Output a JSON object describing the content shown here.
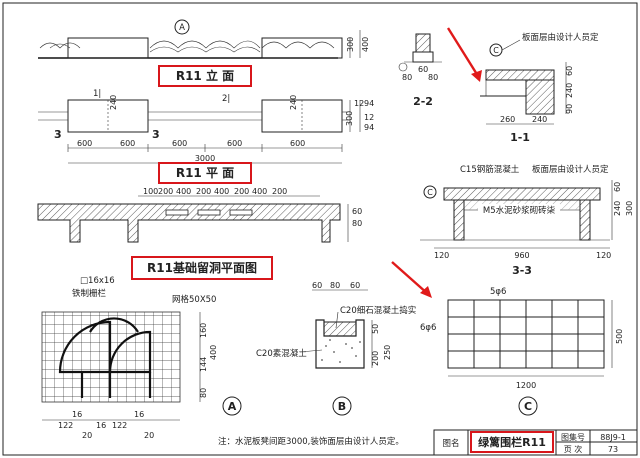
{
  "titles": {
    "elevation": "R11 立 面",
    "plan": "R11 平 面",
    "foundation": "R11基础留洞平面图"
  },
  "elevation": {
    "circle_mark": "A",
    "right_dims": [
      "300",
      "400"
    ],
    "label_i1": "1|",
    "label_i2": "2|"
  },
  "plan": {
    "dims_top": [
      "240",
      "240"
    ],
    "dims_right": [
      "12",
      "94",
      "300",
      "12",
      "94"
    ],
    "label_3a": "3",
    "label_3b": "3",
    "label_1a": "1|",
    "label_2a": "2|",
    "bottom_dims": [
      "600",
      "600",
      "600",
      "600",
      "600"
    ],
    "total": "3000"
  },
  "foundation": {
    "top_dims": [
      "100",
      "200",
      "400",
      "200",
      "400",
      "200",
      "400",
      "200"
    ],
    "right_dims": [
      "60",
      "80"
    ]
  },
  "sec22": {
    "label": "2-2",
    "dims": [
      "80",
      "60",
      "80"
    ]
  },
  "sec11": {
    "label": "1-1",
    "note": "板面层由设计人员定",
    "circle_mark": "C",
    "dims_right": [
      "60",
      "240",
      "90"
    ],
    "dims_bottom": [
      "260",
      "240"
    ]
  },
  "sec33": {
    "label": "3-3",
    "note_top1": "C15钢筋混凝土",
    "note_top2": "板面层由设计人员定",
    "note_mid": "M5水泥砂浆砌砖柒",
    "circle_mark": "C",
    "dims_right": [
      "60",
      "240",
      "300"
    ],
    "dims_bottom": [
      "120",
      "960",
      "120"
    ]
  },
  "detailA": {
    "note1": "□16x16",
    "note2": "铁制栅栏",
    "note3": "网格50X50",
    "dims_right": [
      "160",
      "144",
      "400",
      "80"
    ],
    "dims_bottom": [
      "16",
      "122",
      "16",
      "122",
      "16",
      "20",
      "20"
    ],
    "mark": "A"
  },
  "detailB": {
    "top_dims": [
      "60",
      "80",
      "60"
    ],
    "note1": "C20细石混凝土捣实",
    "note2": "C20素混凝土",
    "dims_right": [
      "50",
      "200",
      "250"
    ],
    "mark": "B"
  },
  "detailC": {
    "top": "5φ6",
    "left": "6φ6",
    "right": "500",
    "bottom": "1200",
    "mark": "C"
  },
  "footer": {
    "note": "注：水泥板凳间距3000,装饰面层由设计人员定。",
    "label_name": "图名",
    "title": "绿篱围栏R11",
    "album_label": "图集号",
    "album_value": "88J9-1",
    "page_label": "页 次",
    "page_value": "73"
  },
  "colors": {
    "highlight": "#d8161b",
    "ink": "#222222"
  }
}
